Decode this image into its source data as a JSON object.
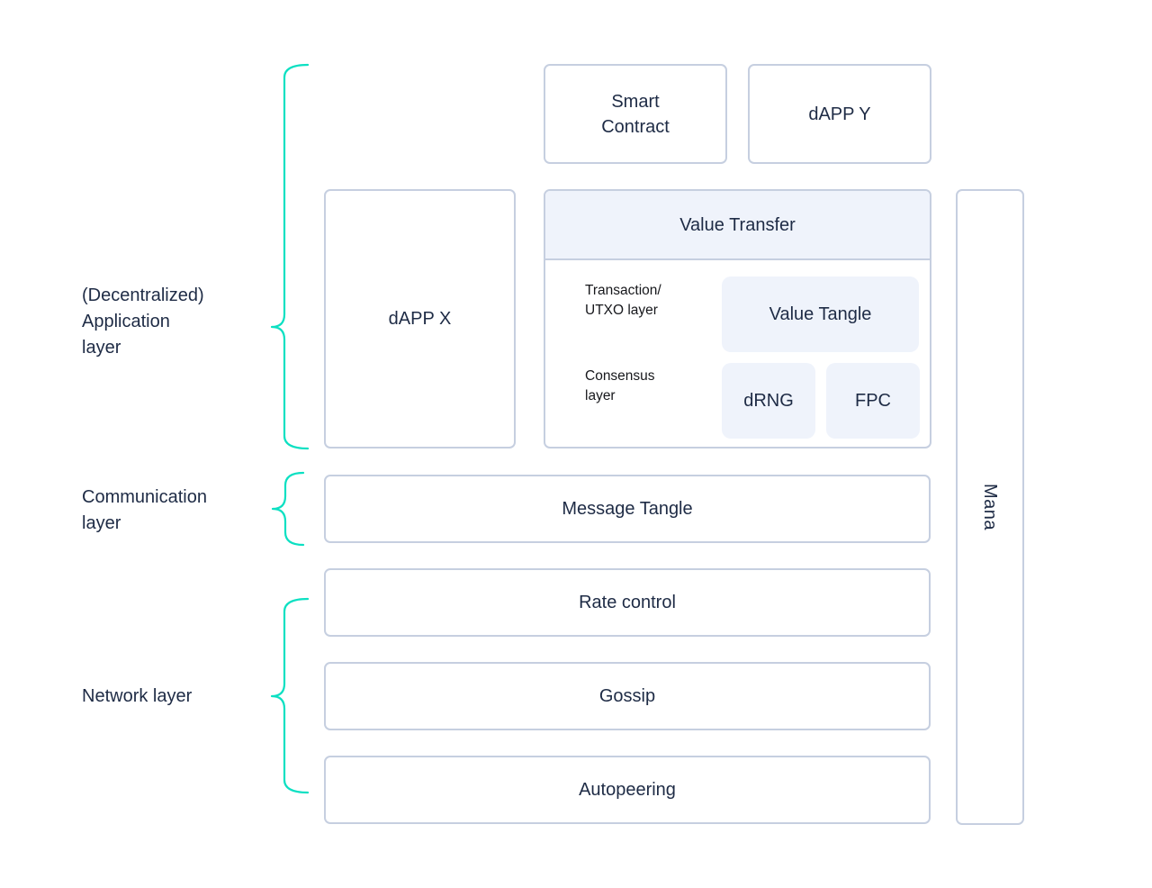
{
  "diagram": {
    "title_semantics": "IOTA Coordicide layered architecture diagram",
    "colors": {
      "accent_teal": "#0ce0c2",
      "box_border": "#c6cfe0",
      "pill_background": "#eff3fb",
      "text_navy": "#1e2b45",
      "text_small_label": "#17181c",
      "background": "#ffffff"
    },
    "layers": {
      "application": {
        "lines": [
          "(Decentralized)",
          "Application",
          "layer"
        ]
      },
      "communication": {
        "lines": [
          "Communication",
          "layer"
        ]
      },
      "network": {
        "lines": [
          "Network layer"
        ]
      }
    },
    "boxes": {
      "smart_contract_lines": [
        "Smart",
        "Contract"
      ],
      "dapp_y": "dAPP Y",
      "dapp_x": "dAPP X",
      "value_transfer": "Value Transfer",
      "transaction_label_lines": [
        "Transaction/",
        "UTXO layer"
      ],
      "value_tangle": "Value Tangle",
      "consensus_label_lines": [
        "Consensus",
        "layer"
      ],
      "drng": "dRNG",
      "fpc": "FPC",
      "message_tangle": "Message Tangle",
      "rate_control": "Rate control",
      "gossip": "Gossip",
      "autopeering": "Autopeering",
      "mana": "Mana"
    }
  }
}
